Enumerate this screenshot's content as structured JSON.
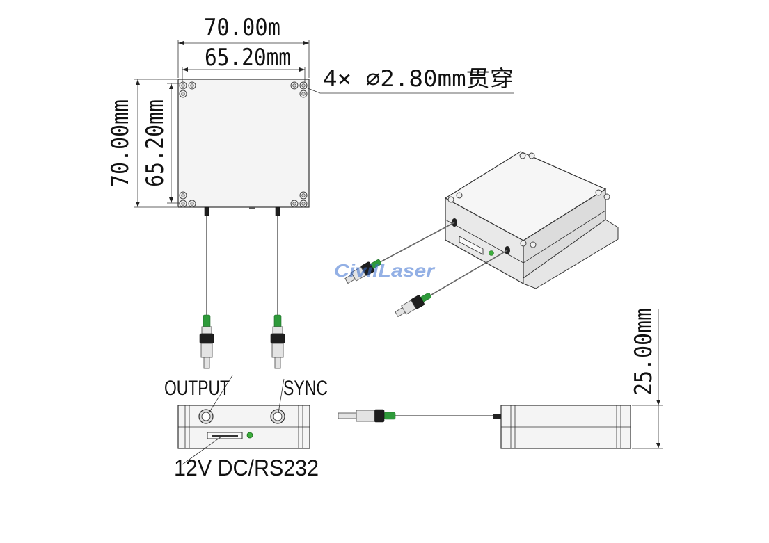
{
  "dimensions": {
    "top_outer_width": "70.00m",
    "top_hole_spacing": "65.20mm",
    "left_outer_height": "70.00mm",
    "left_hole_spacing": "65.20mm",
    "mounting_holes": "4× ∅2.80mm贯穿",
    "side_height": "25.00mm"
  },
  "labels": {
    "output": "OUTPUT",
    "sync": "SYNC",
    "power": "12V DC/RS232"
  },
  "watermark": "CivilLaser",
  "colors": {
    "fiber_boot": "#2e9a3a",
    "led": "#3cae3c",
    "watermark": "#3b6fd0"
  }
}
